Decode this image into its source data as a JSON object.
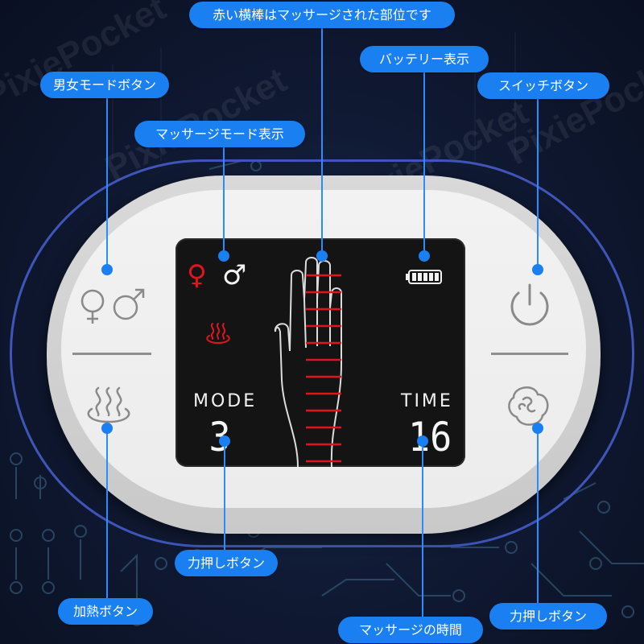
{
  "watermark": "PixiePocket",
  "callouts": {
    "red_bars": "赤い横棒はマッサージされた部位です",
    "gender_mode_button": "男女モードボタン",
    "massage_mode_display": "マッサージモード表示",
    "battery_display": "バッテリー表示",
    "switch_button": "スイッチボタン",
    "strength_button_left": "力押しボタン",
    "heat_button": "加熱ボタン",
    "massage_time": "マッサージの時間",
    "strength_button_right": "力押しボタン"
  },
  "lcd": {
    "mode_label": "MODE",
    "mode_value": "3",
    "time_label": "TIME",
    "time_value": "16",
    "female_symbol": "♀",
    "male_symbol": "♂",
    "red_bar_count": 12,
    "battery_cells": 5
  },
  "colors": {
    "callout_bg": "#1a7ff0",
    "lcd_red": "#e0141e",
    "lcd_bg": "#141414",
    "background": "#0f1a33"
  },
  "icons": {
    "gender": "gender-icon",
    "heat": "heat-steam-icon",
    "power": "power-icon",
    "strength": "swirl-knead-icon",
    "battery": "battery-icon",
    "hand": "hand-outline-icon"
  }
}
